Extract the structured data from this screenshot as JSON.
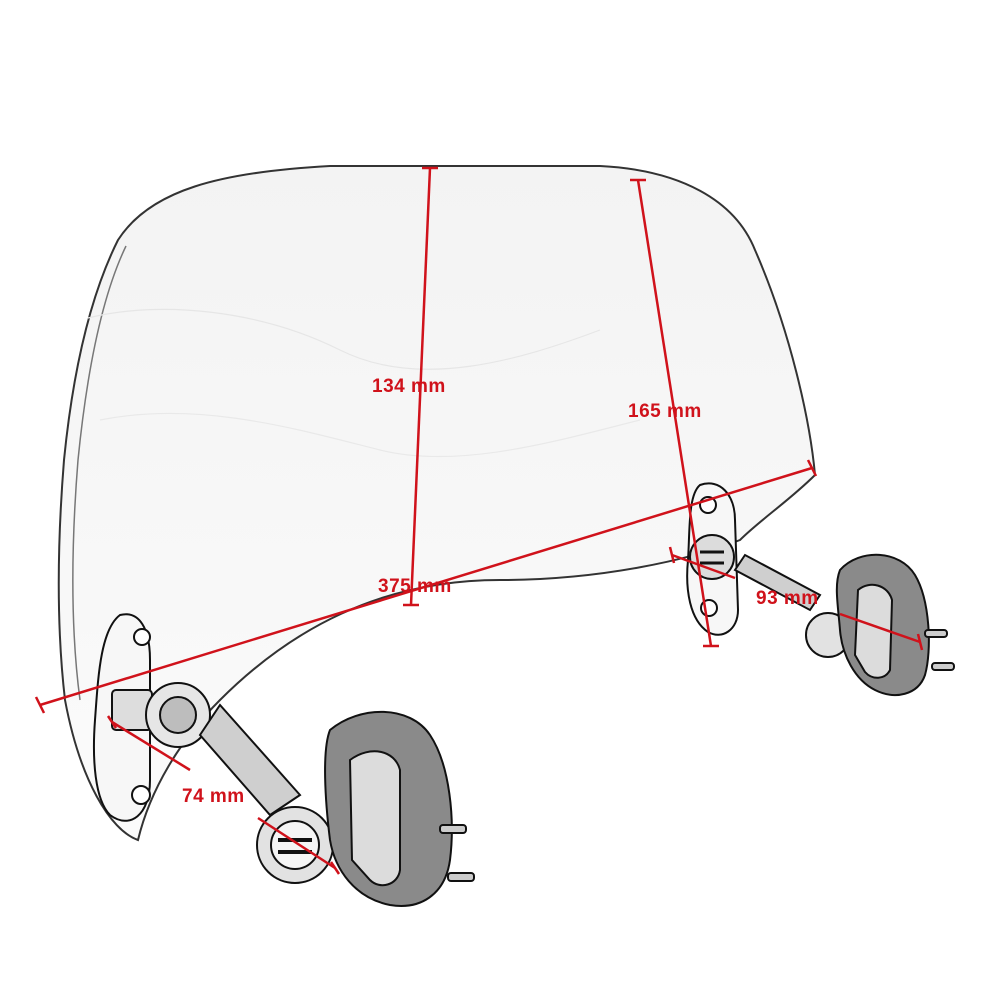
{
  "diagram": {
    "subject": "motorcycle windshield deflector with mounting clamps",
    "accent_color": "#d0121b",
    "outline_color": "#111111"
  },
  "dimensions": {
    "height_center": "134 mm",
    "height_right": "165 mm",
    "width": "375 mm",
    "arm_left": "74 mm",
    "arm_right": "93 mm"
  }
}
